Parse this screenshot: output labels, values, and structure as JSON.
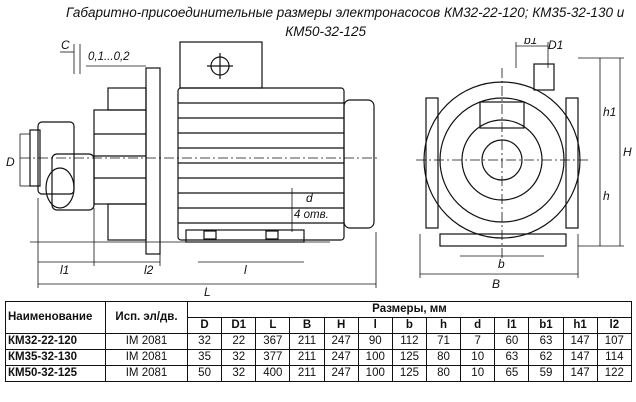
{
  "title": {
    "line1": "Габаритно-присоединительные размеры электронасосов КМ32-22-120; КМ35-32-130 и",
    "line2": "КМ50-32-125"
  },
  "drawing": {
    "labels": {
      "C": "C",
      "gap": "0,1...0,2",
      "D": "D",
      "l1": "l1",
      "l2": "l2",
      "l": "l",
      "L": "L",
      "d": "d",
      "holes": "4 отв.",
      "b1": "b1",
      "D1": "D1",
      "h1": "h1",
      "H": "H",
      "h": "h",
      "b": "b",
      "B": "B"
    }
  },
  "table": {
    "header_name": "Наименование",
    "header_version": "Исп. эл/дв.",
    "header_dims": "Размеры, мм",
    "columns": [
      "D",
      "D1",
      "L",
      "B",
      "H",
      "l",
      "b",
      "h",
      "d",
      "l1",
      "b1",
      "h1",
      "l2"
    ],
    "rows": [
      {
        "name": "КМ32-22-120",
        "version": "IM 2081",
        "values": [
          "32",
          "22",
          "367",
          "211",
          "247",
          "90",
          "112",
          "71",
          "7",
          "60",
          "63",
          "147",
          "107"
        ]
      },
      {
        "name": "КМ35-32-130",
        "version": "IM 2081",
        "values": [
          "35",
          "32",
          "377",
          "211",
          "247",
          "100",
          "125",
          "80",
          "10",
          "63",
          "62",
          "147",
          "114"
        ]
      },
      {
        "name": "КМ50-32-125",
        "version": "IM 2081",
        "values": [
          "50",
          "32",
          "400",
          "211",
          "247",
          "100",
          "125",
          "80",
          "10",
          "65",
          "59",
          "147",
          "122"
        ]
      }
    ]
  }
}
